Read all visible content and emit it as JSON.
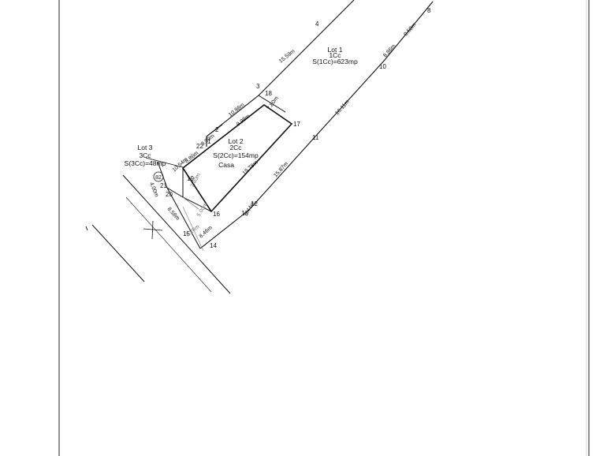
{
  "lots": [
    {
      "name": "Lot 1",
      "code": "1Cc",
      "area": "S(1Cc)=623mp"
    },
    {
      "name": "Lot 2",
      "code": "2Cc",
      "area": "S(2Cc)=154mp",
      "building": "Casa"
    },
    {
      "name": "Lot 3",
      "code": "3Cc",
      "area": "S(3Cc)=48mp"
    }
  ],
  "circle_marker": "82",
  "points": [
    {
      "id": "p1",
      "text": "1"
    },
    {
      "id": "p2",
      "text": "2"
    },
    {
      "id": "p3",
      "text": "3"
    },
    {
      "id": "p4",
      "text": "4"
    },
    {
      "id": "p8",
      "text": "8"
    },
    {
      "id": "p10",
      "text": "10"
    },
    {
      "id": "p11",
      "text": "11"
    },
    {
      "id": "p12",
      "text": "12"
    },
    {
      "id": "p13",
      "text": "13"
    },
    {
      "id": "p14",
      "text": "14"
    },
    {
      "id": "p15",
      "text": "15"
    },
    {
      "id": "p16",
      "text": "16"
    },
    {
      "id": "p17",
      "text": "17"
    },
    {
      "id": "p18",
      "text": "18"
    },
    {
      "id": "p19",
      "text": "19"
    },
    {
      "id": "p20",
      "text": "20"
    },
    {
      "id": "p21",
      "text": "21"
    },
    {
      "id": "p22",
      "text": "22"
    }
  ],
  "dimensions": {
    "d15_59": "15.59m",
    "d10_86": "10.86m",
    "d9_98": "9.98m",
    "d7_80_top": "7.80m",
    "d3_99": "3.99m",
    "d8_86": "8.86m",
    "d19_78": "19.78m",
    "d16_11": "16.11m",
    "d15_87": "15.87m",
    "d8_86_r": "8.86m",
    "d9_58": "9.58m",
    "d10_54": "10.54m",
    "d8_58": "8.58m",
    "d7_80_left": "7.80m",
    "d5_00": "5.00m",
    "d3_28": "3.28m",
    "d5_44": "5.44m",
    "d8_46": "8.46m",
    "d4_00": "4.00m"
  }
}
